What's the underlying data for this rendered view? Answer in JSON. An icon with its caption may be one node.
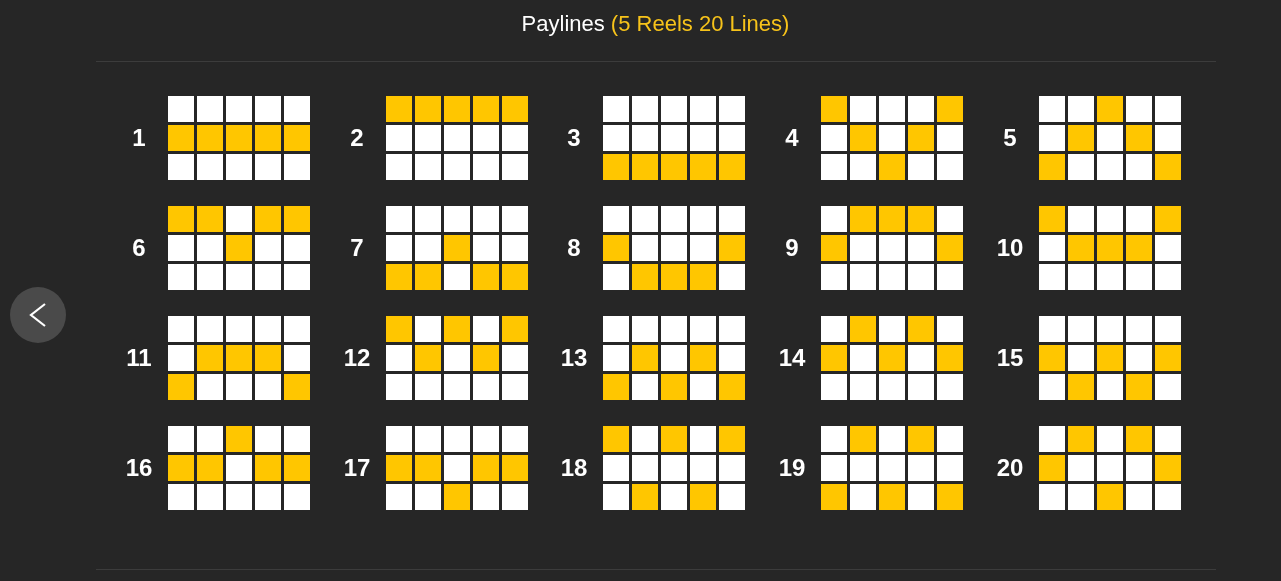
{
  "diagram": {
    "title": "Paylines *(5 Reels 20 Lines)*",
    "labels": [
      "1",
      "2",
      "3",
      "4",
      "5",
      "6",
      "7",
      "8",
      "9",
      "10",
      "11",
      "12",
      "13",
      "14",
      "15",
      "16",
      "17",
      "18",
      "19",
      "20"
    ]
  }
}
